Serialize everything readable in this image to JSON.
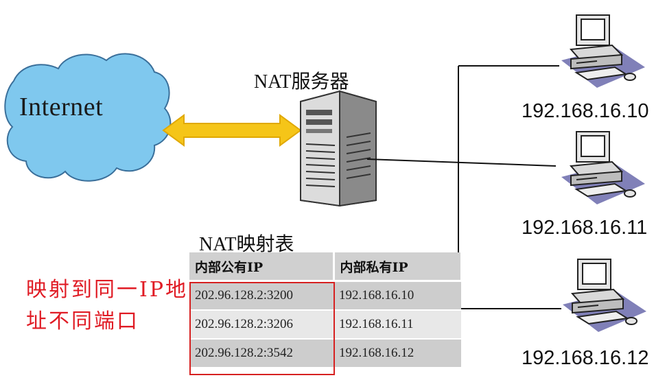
{
  "cloud": {
    "label": "Internet",
    "fill": "#7fc8ee"
  },
  "server": {
    "label": "NAT服务器"
  },
  "hosts": [
    {
      "ip": "192.168.16.10"
    },
    {
      "ip": "192.168.16.11"
    },
    {
      "ip": "192.168.16.12"
    }
  ],
  "table": {
    "title": "NAT映射表",
    "headers": [
      "内部公有IP",
      "内部私有IP"
    ],
    "rows": [
      [
        "202.96.128.2:3200",
        "192.168.16.10"
      ],
      [
        "202.96.128.2:3206",
        "192.168.16.11"
      ],
      [
        "202.96.128.2:3542",
        "192.168.16.12"
      ]
    ]
  },
  "note": "映射到同一IP地址不同端口",
  "colors": {
    "arrow": "#f5c518",
    "highlight_box": "#d62020",
    "note_text": "#e01b24",
    "computer_shadow": "#8080b8"
  }
}
